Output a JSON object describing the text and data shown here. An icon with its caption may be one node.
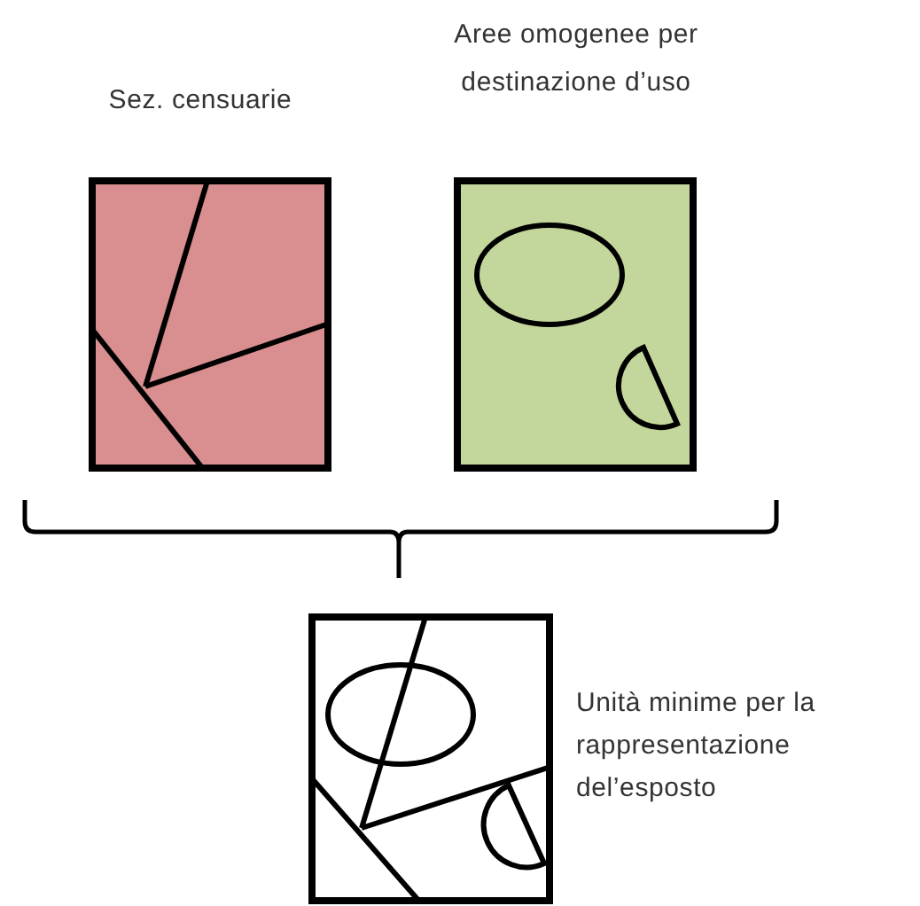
{
  "diagram": {
    "nodes": [
      {
        "text": [
          "Sez. censuarie"
        ]
      },
      {
        "text": [
          "Aree omogenee per destinazione d’uso"
        ]
      },
      {
        "text": [
          "Unità minime per la rappresentazione del’esposto"
        ]
      }
    ]
  }
}
